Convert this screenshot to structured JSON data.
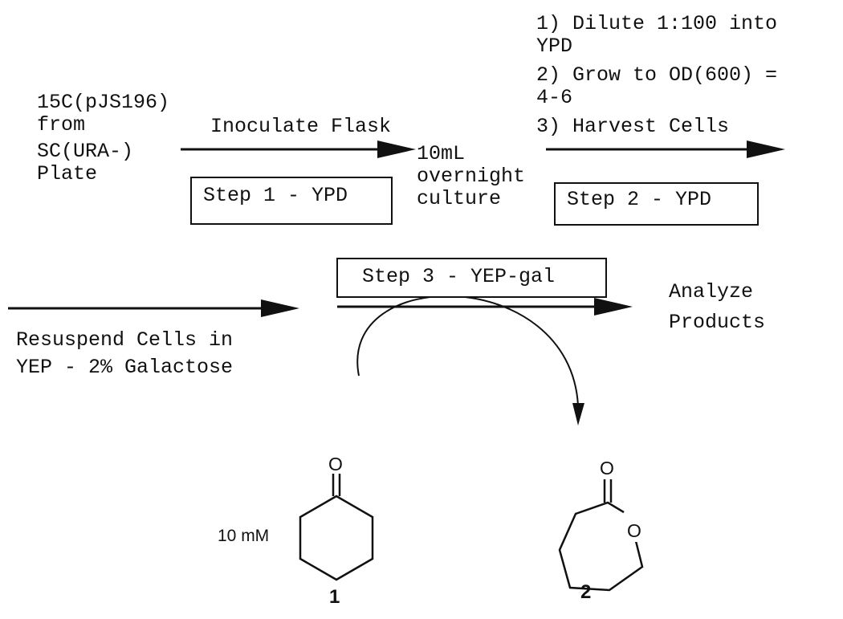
{
  "start": {
    "strain": "15C(pJS196)",
    "from": "from",
    "source": "SC(URA-)",
    "plate": "Plate"
  },
  "step1": {
    "action": "Inoculate Flask",
    "box_label": "Step 1 - YPD"
  },
  "intermediate": {
    "line1": "10mL",
    "line2": "overnight",
    "line3": "culture"
  },
  "step2": {
    "instruction1": "1) Dilute 1:100 into",
    "instruction1b": "YPD",
    "instruction2": "2) Grow to OD(600) =",
    "instruction2b": "4-6",
    "instruction3": "3) Harvest Cells",
    "box_label": "Step 2 - YPD"
  },
  "step3": {
    "box_label": "Step 3 - YEP-gal",
    "resuspend1": "Resuspend Cells in",
    "resuspend2": "YEP - 2% Galactose",
    "analyze1": "Analyze",
    "analyze2": "Products"
  },
  "compounds": {
    "substrate_conc": "10 mM",
    "substrate_number": "1",
    "product_number": "2",
    "oxygen": "O"
  }
}
